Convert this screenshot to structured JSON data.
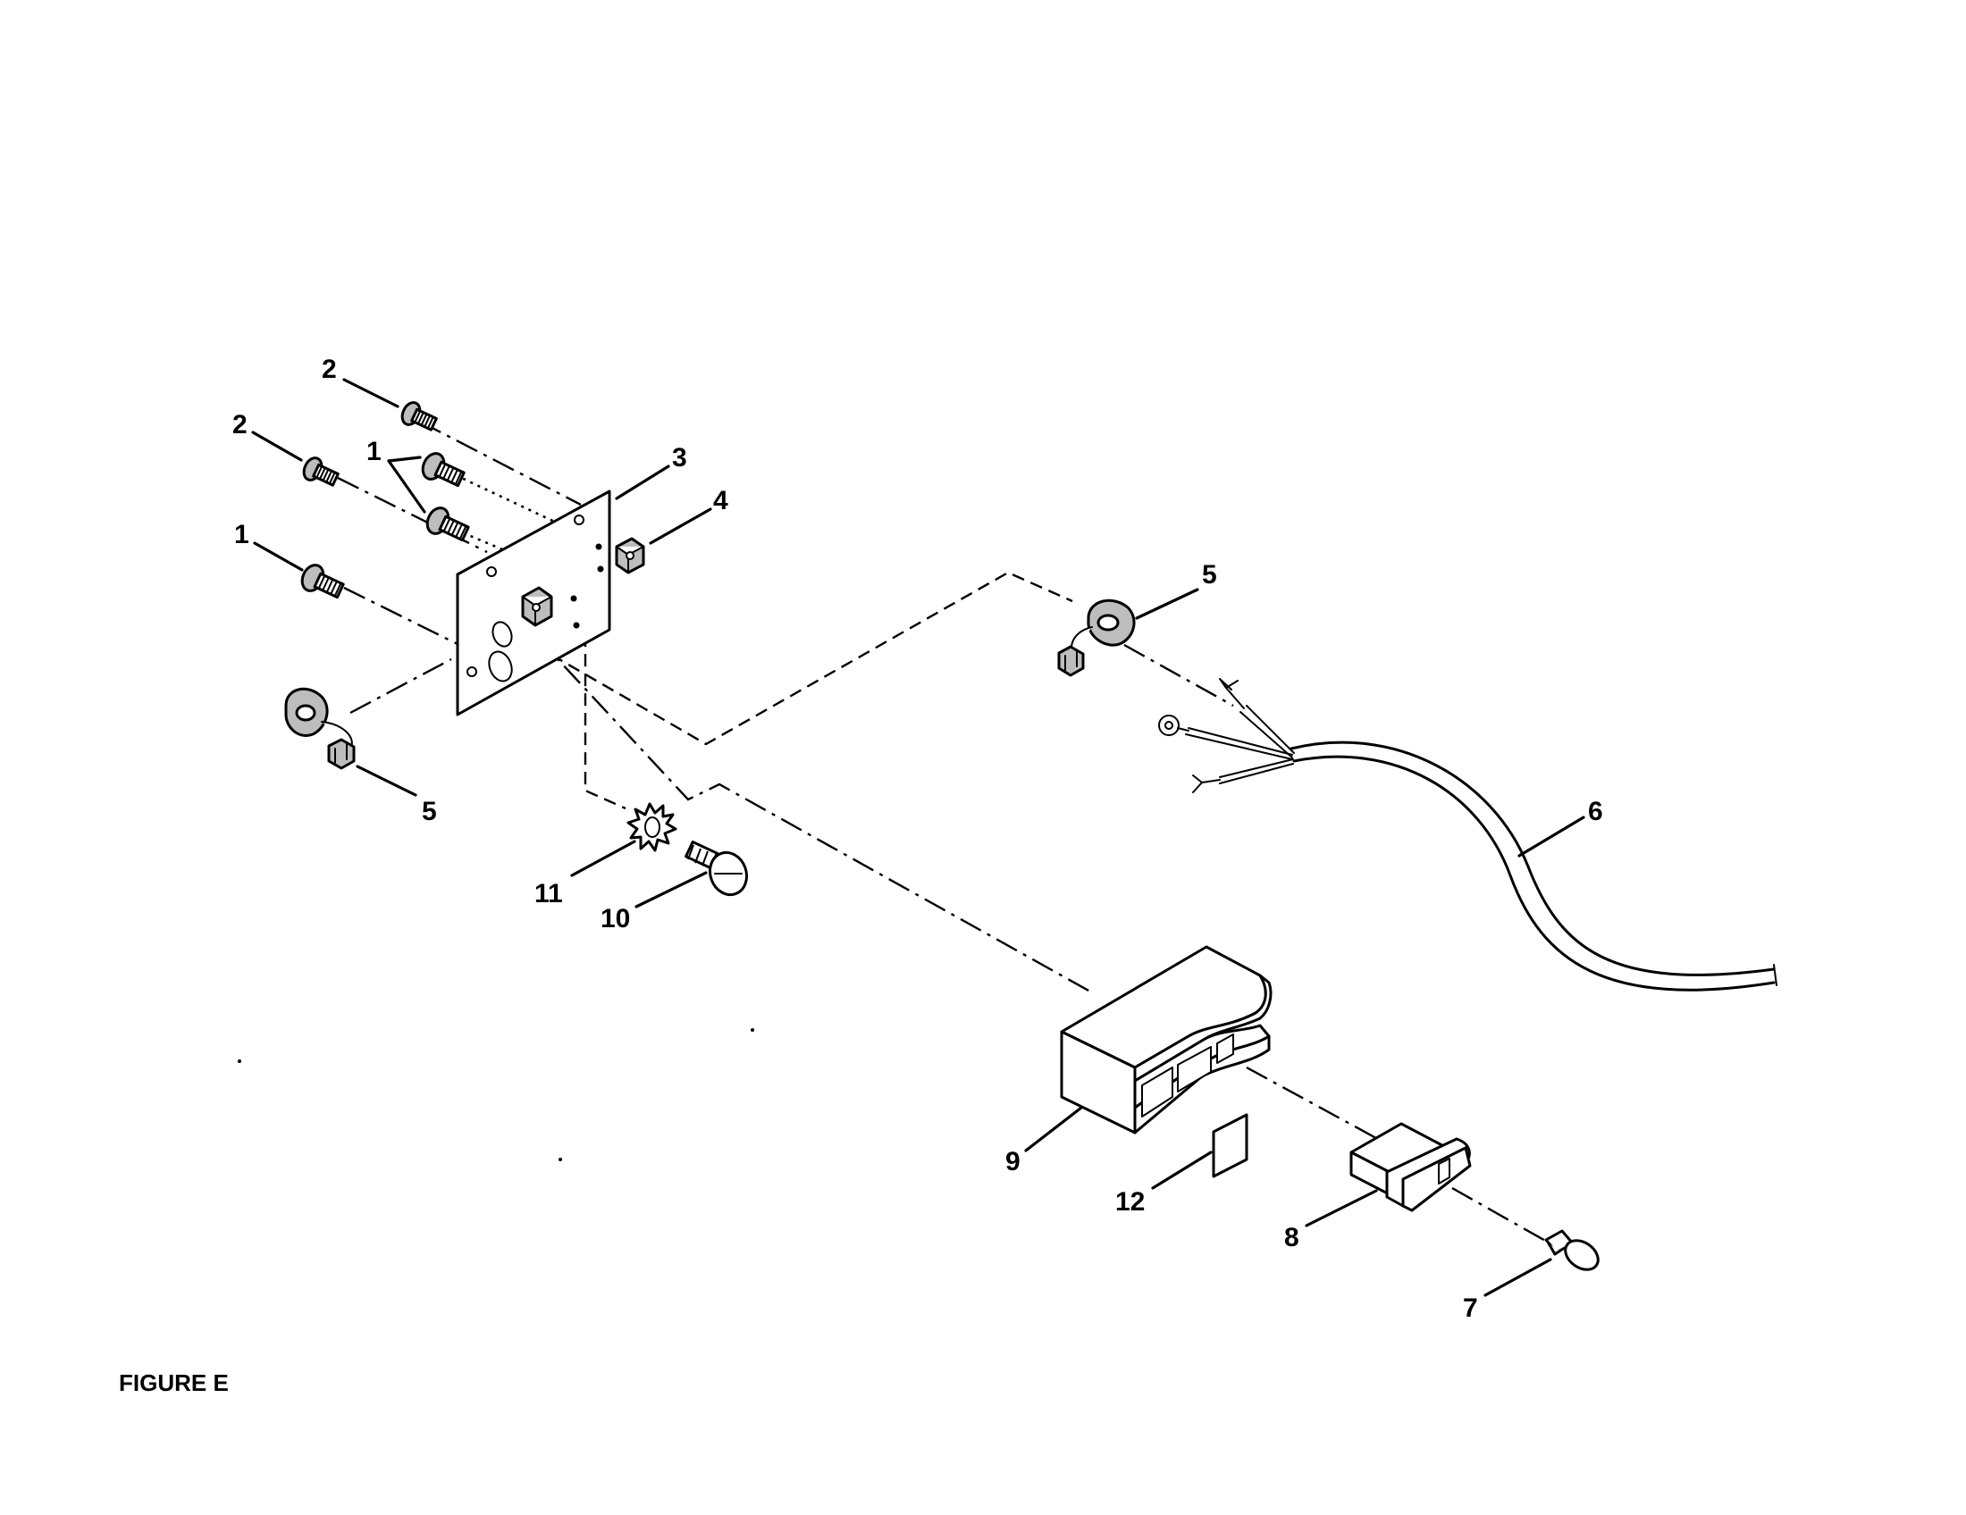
{
  "figure": {
    "caption": "FIGURE E"
  },
  "callouts": {
    "c1a": "1",
    "c1b": "1",
    "c2a": "2",
    "c2b": "2",
    "c3": "3",
    "c4": "4",
    "c5a": "5",
    "c5b": "5",
    "c6": "6",
    "c7": "7",
    "c8": "8",
    "c9": "9",
    "c10": "10",
    "c11": "11",
    "c12": "12"
  }
}
